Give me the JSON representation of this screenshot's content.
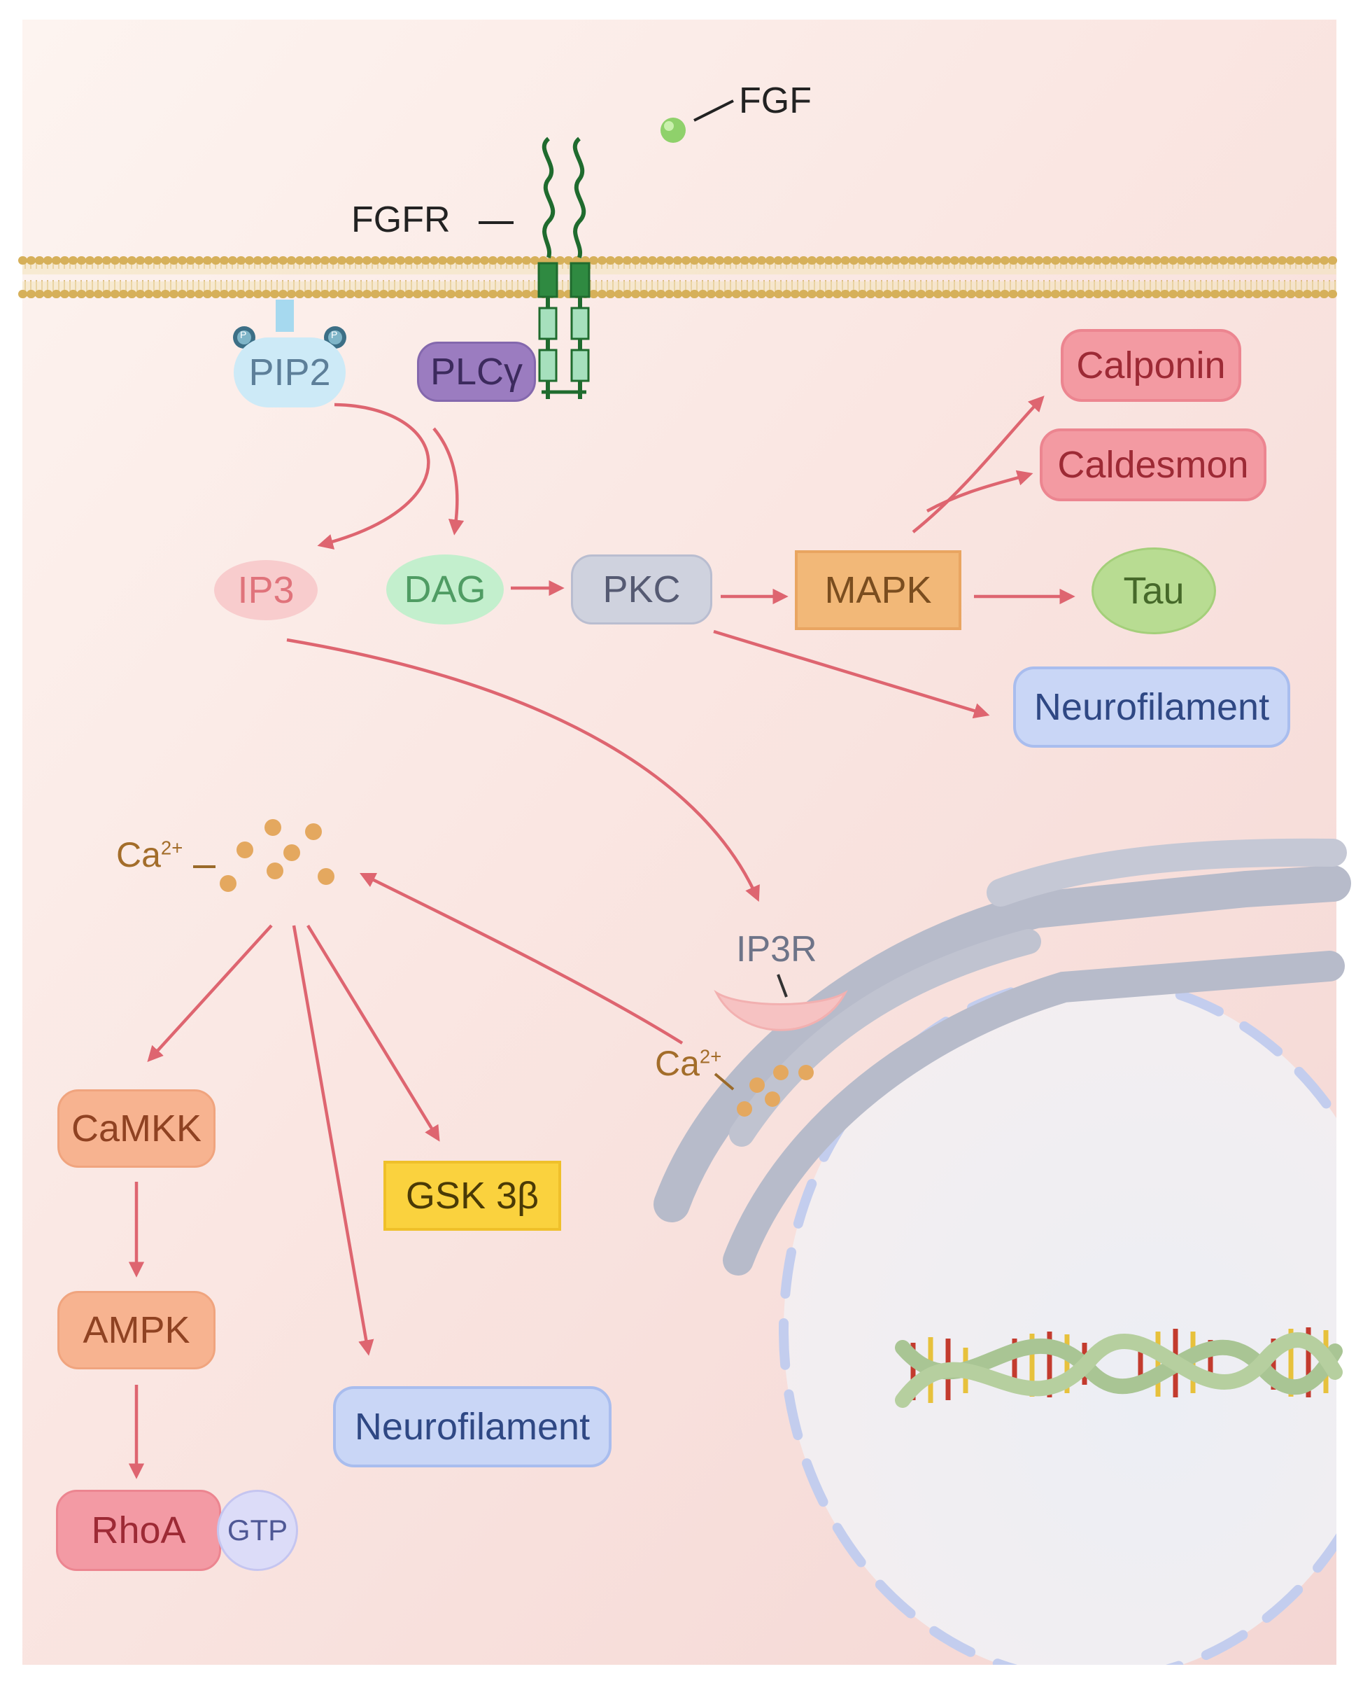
{
  "labels": {
    "fgf": "FGF",
    "fgfr": "FGFR",
    "pip2": "PIP2",
    "phosphate": "P",
    "plc": "PLCγ",
    "ip3": "IP3",
    "dag": "DAG",
    "pkc": "PKC",
    "mapk": "MAPK",
    "calponin": "Calponin",
    "caldesmon": "Caldesmon",
    "tau": "Tau",
    "neurofilament_top": "Neurofilament",
    "ca_cyto": "Ca",
    "ca_sup": "2+",
    "ip3r": "IP3R",
    "ca_er": "Ca",
    "ca_er_sup": "2+",
    "camkk": "CaMKK",
    "ampk": "AMPK",
    "rhoa": "RhoA",
    "gtp": "GTP",
    "gsk": "GSK 3β",
    "neurofilament_bottom": "Neurofilament"
  },
  "colors": {
    "arrow": "#de6570",
    "membrane": "#d9b25e",
    "receptor": "#1f6b2e",
    "pip2": "#cdeaf7",
    "plc": "#9b7cc0",
    "ip3": "#f8cccd",
    "dag": "#c3efcd",
    "pkc": "#cfd2de",
    "mapk": "#f2b878",
    "calponin": "#f39aa2",
    "tau": "#b8dc92",
    "neurofilament": "#c9d6f6",
    "camkk": "#f7b390",
    "rhoa": "#f39aa4",
    "gtp": "#dcdcf8",
    "gsk": "#fad23e",
    "calcium": "#e3a65d",
    "er": "#b4b8c8"
  }
}
